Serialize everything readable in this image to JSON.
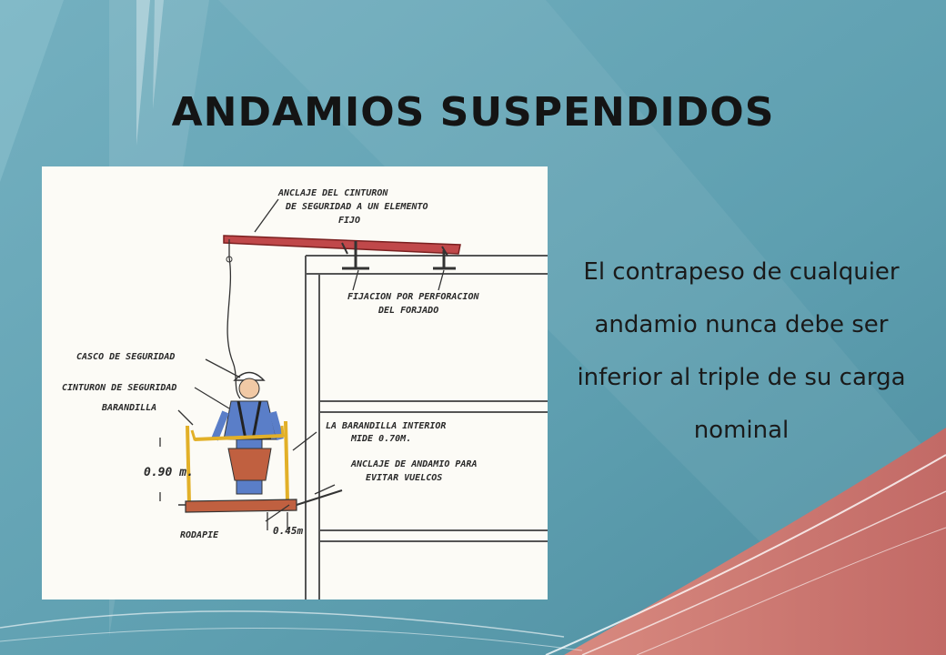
{
  "slide": {
    "title": "ANDAMIOS SUSPENDIDOS",
    "caption": "El contrapeso de cualquier andamio nunca debe ser inferior al triple de su carga nominal"
  },
  "figure": {
    "labels": {
      "belt_anchor_1": "ANCLAJE DEL CINTURON",
      "belt_anchor_2": "DE SEGURIDAD A UN ELEMENTO",
      "belt_anchor_3": "FIJO",
      "fixing_1": "FIJACION POR PERFORACION",
      "fixing_2": "DEL FORJADO",
      "helmet": "CASCO DE SEGURIDAD",
      "belt": "CINTURON DE SEGURIDAD",
      "railing": "BARANDILLA",
      "inner_rail_1": "LA BARANDILLA INTERIOR",
      "inner_rail_2": "MIDE 0.70M.",
      "anchor_1": "ANCLAJE DE ANDAMIO PARA",
      "anchor_2": "EVITAR VUELCOS",
      "height_090": "0.90 m.",
      "toeboard": "RODAPIE",
      "height_045": "0.45m"
    }
  },
  "colors": {
    "background": "#6aa8b8",
    "beam": "#c0484a",
    "worker_jacket": "#5a7ec8",
    "railing": "#e2b028",
    "platform": "#c06040",
    "helmet": "#ffffff"
  }
}
